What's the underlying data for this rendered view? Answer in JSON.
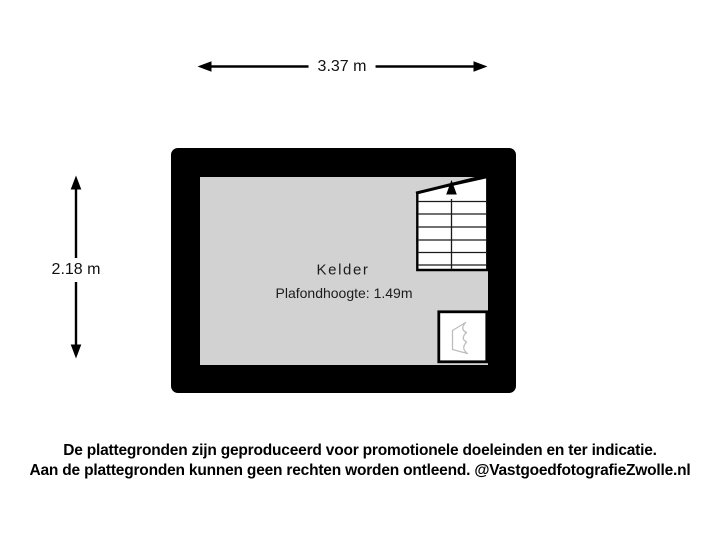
{
  "dimensions": {
    "width": "3.37 m",
    "height": "2.18 m"
  },
  "room": {
    "name": "Kelder",
    "ceiling_height": "Plafondhoogte: 1.49m"
  },
  "features": {
    "stairs": "staircase with up-direction arrow",
    "hatch": "cellar hatch opening symbol"
  },
  "footer": {
    "line1": "De plattegronden zijn geproduceerd voor promotionele doeleinden en ter indicatie.",
    "line2": "Aan de plattegronden kunnen geen rechten worden ontleend. @VastgoedfotografieZwolle.nl"
  },
  "colors": {
    "wall": "#000000",
    "floor": "#d2d2d2",
    "background": "#ffffff",
    "stair_fill": "#ffffff",
    "hatch_outline": "#bdbdbd",
    "text": "#1a1a1a"
  }
}
